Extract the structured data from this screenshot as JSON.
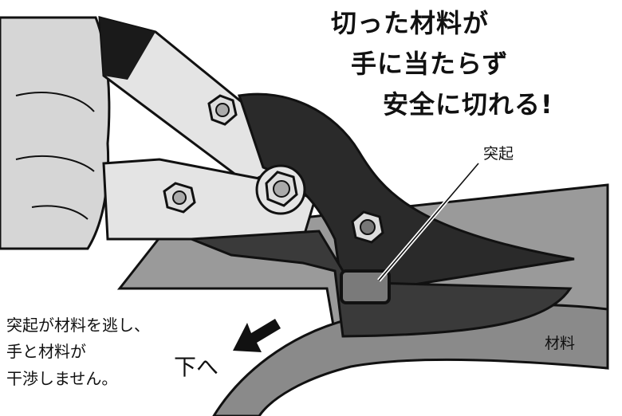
{
  "headline": [
    "切った材料が",
    "手に当たらず",
    "安全に切れる!"
  ],
  "labels": {
    "protrusion": "突起",
    "material": "材料",
    "downward": "下へ"
  },
  "note": [
    "突起が材料を逃し、",
    "手と材料が",
    "干渉しません。"
  ],
  "colors": {
    "outline": "#111111",
    "plate": "#9a9a9a",
    "handle": "#e4e4e4",
    "blade": "#2a2a2a",
    "hand": "#d6d6d6"
  }
}
